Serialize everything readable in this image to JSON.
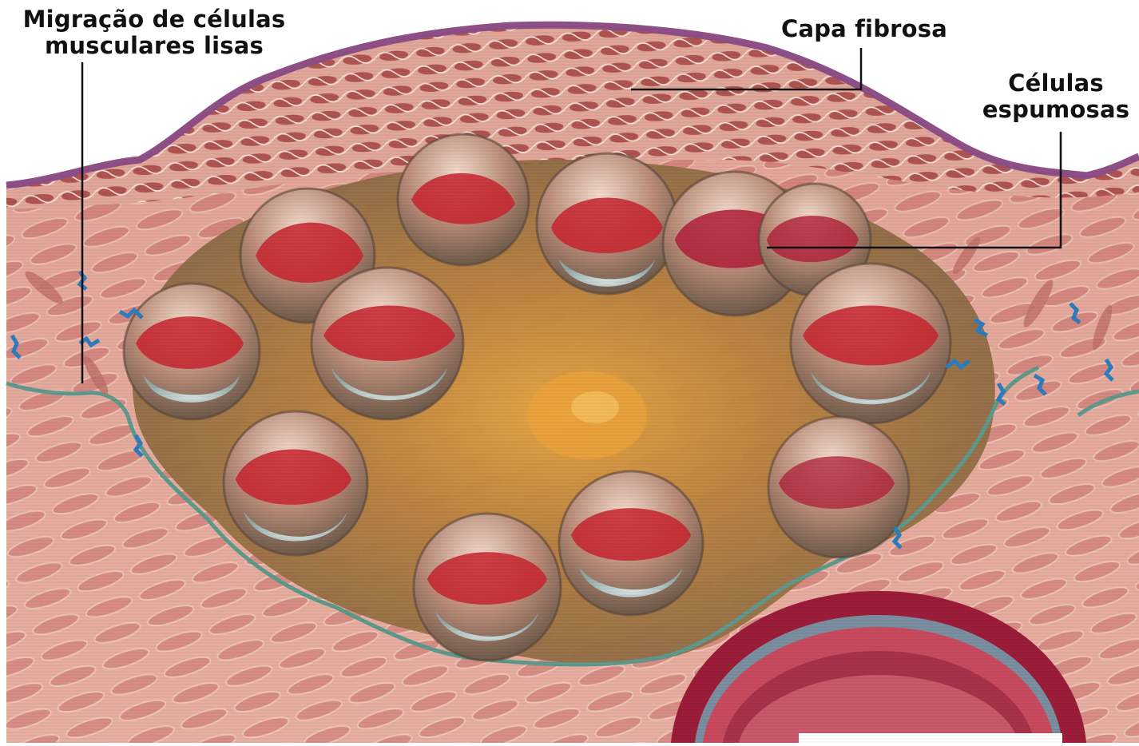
{
  "labels": {
    "smooth_muscle_migration": [
      "Migração de células",
      "musculares lisas"
    ],
    "fibrous_cap": "Capa fibrosa",
    "foam_cells": [
      "Células",
      "espumosas"
    ]
  },
  "colors": {
    "tissue_base": "#e7ada0",
    "tissue_fibers": "#b04a4a",
    "endothelium": "#9a5a8a",
    "plaque_core": "#c9a15c",
    "lipid_red": "#c8242f",
    "membrane_teal": "#5f9a8c",
    "vessel_wall": "#9c1d3a"
  }
}
